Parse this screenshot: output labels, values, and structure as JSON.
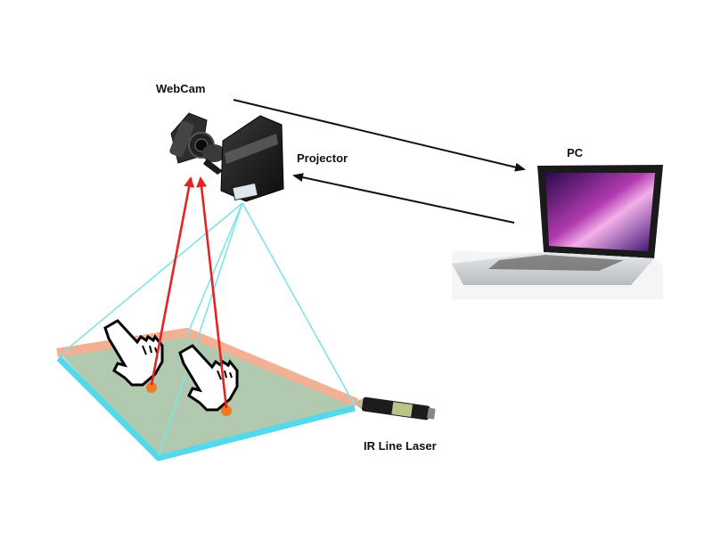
{
  "labels": {
    "webcam": "WebCam",
    "projector": "Projector",
    "pc": "PC",
    "laser": "IR Line Laser"
  },
  "colors": {
    "ir_beam": "#e32424",
    "projection_lines": "#7fe3e6",
    "surface_fill": "#a9c4a6",
    "surface_edge_front": "#55d9ea",
    "surface_edge_back": "#f2b194",
    "touch_point": "#f07a24",
    "arrows": "#111111"
  },
  "icons": [
    "webcam-icon",
    "projector-icon",
    "laptop-icon",
    "ir-laser-icon",
    "pointing-hand-icon"
  ]
}
